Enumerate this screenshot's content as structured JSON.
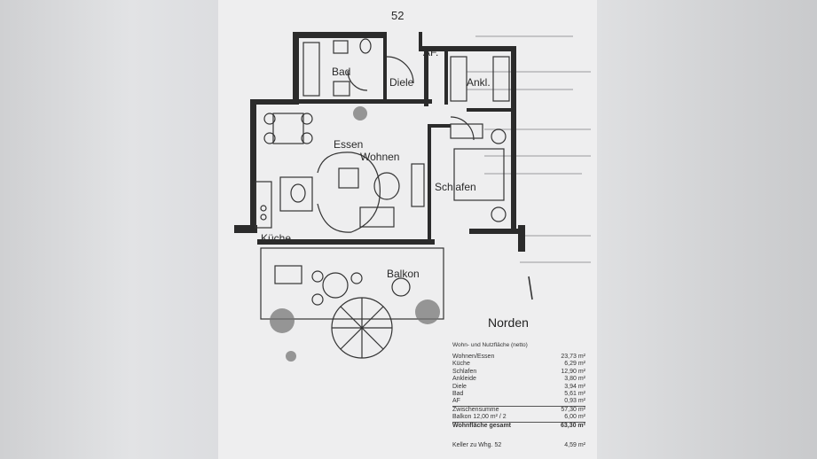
{
  "plan": {
    "unit_number": "52",
    "rooms": {
      "bad": "Bad",
      "af": "AF.",
      "diele": "Diele",
      "ankl": "Ankl.",
      "essen": "Essen",
      "wohnen": "Wohnen",
      "schlafen": "Schlafen",
      "kueche": "Küche",
      "balkon": "Balkon"
    },
    "north_label": "Norden"
  },
  "areas": {
    "caption": "Wohn- und Nutzfläche (netto)",
    "rows": [
      {
        "name": "Wohnen/Essen",
        "value": "23,73 m²"
      },
      {
        "name": "Küche",
        "value": "6,29 m²"
      },
      {
        "name": "Schlafen",
        "value": "12,90 m²"
      },
      {
        "name": "Ankleide",
        "value": "3,80 m²"
      },
      {
        "name": "Diele",
        "value": "3,94 m²"
      },
      {
        "name": "Bad",
        "value": "5,61 m²"
      },
      {
        "name": "AF",
        "value": "0,93 m²"
      }
    ],
    "subtotal": {
      "name": "Zwischensumme",
      "value": "57,30 m²"
    },
    "balkon": {
      "name": "Balkon 12,00 m² / 2",
      "value": "6,00 m²"
    },
    "total": {
      "name": "Wohnfläche gesamt",
      "value": "63,30 m²"
    },
    "keller": {
      "name": "Keller zu Whg. 52",
      "value": "4,59 m²"
    }
  }
}
